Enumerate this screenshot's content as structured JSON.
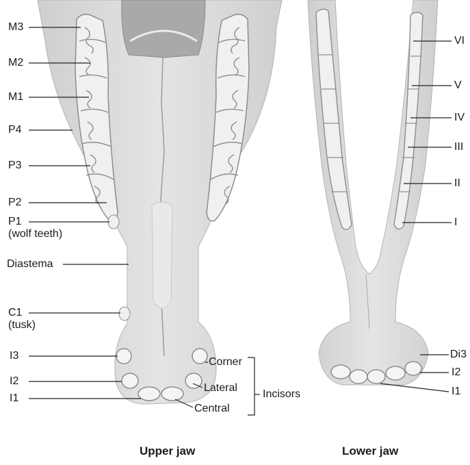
{
  "upper_jaw": {
    "caption": "Upper jaw",
    "labels": {
      "m3": "M3",
      "m2": "M2",
      "m1": "M1",
      "p4": "P4",
      "p3": "P3",
      "p2": "P2",
      "p1": "P1",
      "p1_note": "(wolf teeth)",
      "diastema": "Diastema",
      "c1": "C1",
      "c1_note": "(tusk)",
      "i3": "I3",
      "i2": "I2",
      "i1": "I1",
      "corner": "Corner",
      "lateral": "Lateral",
      "central": "Central",
      "incisors": "Incisors"
    }
  },
  "lower_jaw": {
    "caption": "Lower jaw",
    "labels": {
      "vi": "VI",
      "v": "V",
      "iv": "IV",
      "iii": "III",
      "ii": "II",
      "i": "I",
      "di3": "Di3",
      "i2": "I2",
      "i1": "I1"
    }
  },
  "colors": {
    "bone": "#dcdcdc",
    "bone_dark": "#bdbdbd",
    "tooth": "#f3f3f3",
    "line": "#222222"
  }
}
